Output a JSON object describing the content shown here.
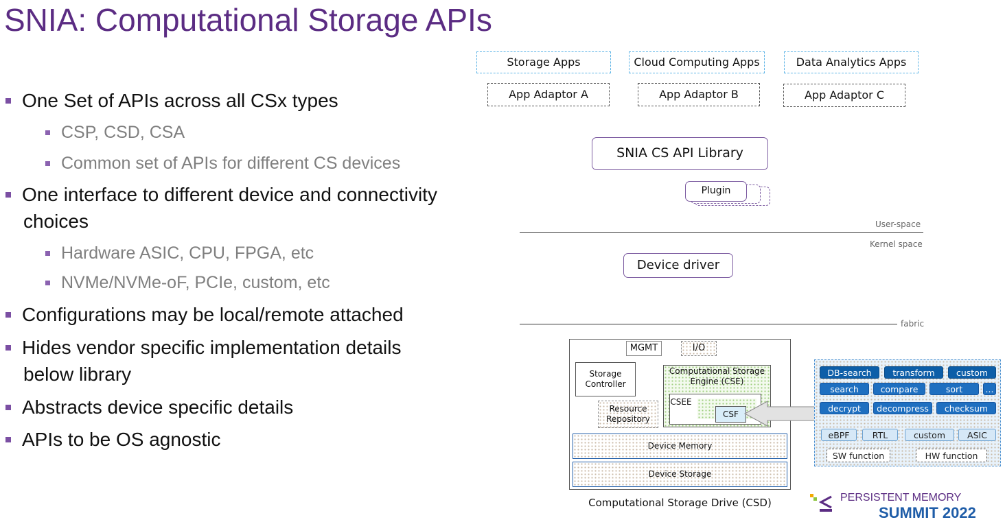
{
  "title": "SNIA: Computational Storage APIs",
  "bullets": [
    {
      "level": 1,
      "text": "One Set of APIs across all CSx types"
    },
    {
      "level": 2,
      "text": "CSP, CSD, CSA"
    },
    {
      "level": 2,
      "text": "Common set of APIs for different CS devices"
    },
    {
      "level": 1,
      "text": "One interface to different device and connectivity",
      "cont": "choices"
    },
    {
      "level": 2,
      "text": "Hardware ASIC, CPU, FPGA, etc"
    },
    {
      "level": 2,
      "text": "NVMe/NVMe-oF, PCIe, custom, etc"
    },
    {
      "level": 1,
      "text": "Configurations may be local/remote attached"
    },
    {
      "level": 1,
      "text": "Hides vendor specific implementation details",
      "cont": "below library"
    },
    {
      "level": 1,
      "text": "Abstracts device specific details"
    },
    {
      "level": 1,
      "text": "APIs to be OS agnostic"
    }
  ],
  "diagram": {
    "apps": [
      "Storage Apps",
      "Cloud Computing Apps",
      "Data Analytics Apps"
    ],
    "adaptors": [
      "App Adaptor A",
      "App Adaptor B",
      "App Adaptor C"
    ],
    "library": "SNIA CS API Library",
    "plugin": "Plugin",
    "user_space": "User-space",
    "kernel_space": "Kernel space",
    "driver": "Device driver",
    "fabric": "fabric",
    "csd": {
      "mgmt": "MGMT",
      "io": "I/O",
      "storage_controller": "Storage Controller",
      "cse": "Computational Storage Engine (CSE)",
      "csee": "CSEE",
      "csf": "CSF",
      "resource_repository": "Resource Repository",
      "device_memory": "Device Memory",
      "device_storage": "Device Storage",
      "caption": "Computational Storage Drive (CSD)"
    },
    "functions": {
      "row1": [
        "DB-search",
        "transform",
        "custom"
      ],
      "row2": [
        "search",
        "compare",
        "sort",
        "..."
      ],
      "row3": [
        "decrypt",
        "decompress",
        "checksum"
      ],
      "row4": [
        "eBPF",
        "RTL",
        "custom",
        "ASIC"
      ],
      "row5": [
        "SW function",
        "HW function"
      ]
    }
  },
  "logo": {
    "line1": "PERSISTENT MEMORY",
    "line2": "SUMMIT 2022"
  }
}
